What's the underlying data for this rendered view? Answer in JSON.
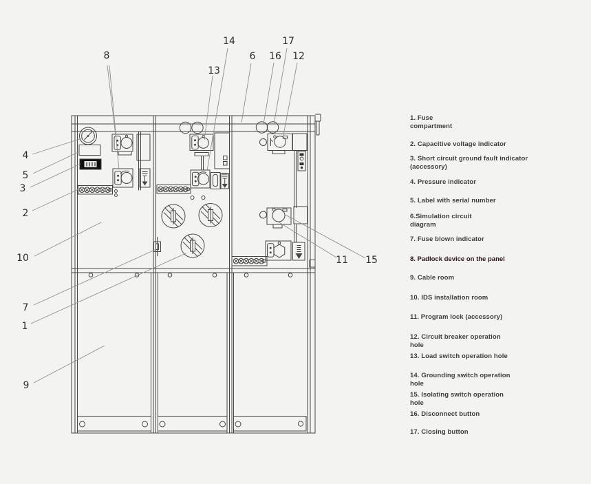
{
  "colors": {
    "background": "#f3f3f1",
    "line": "#454545",
    "leader_line": "#8f8f8f",
    "legend_text": "#3d3d3d",
    "legend_highlight": "#2b1218",
    "indicator_body": "#101010",
    "indicator_screen": "#e9e9e9"
  },
  "callouts": {
    "c1": "1",
    "c2": "2",
    "c3": "3",
    "c4": "4",
    "c5": "5",
    "c6": "6",
    "c7": "7",
    "c8": "8",
    "c9": "9",
    "c10": "10",
    "c11": "11",
    "c12": "12",
    "c13": "13",
    "c14": "14",
    "c15": "15",
    "c16": "16",
    "c17": "17"
  },
  "legend": {
    "items": [
      {
        "text": "1. Fuse\ncompartment"
      },
      {
        "text": "2. Capacitive voltage indicator"
      },
      {
        "text": "3. Short circuit ground fault indicator\n(accessory)"
      },
      {
        "text": "4. Pressure indicator"
      },
      {
        "text": "5. Label with serial number"
      },
      {
        "text": "6.Simulation circuit\ndiagram"
      },
      {
        "text": "7. Fuse blown indicator"
      },
      {
        "text": "8. Padlock device on the panel"
      },
      {
        "text": "9. Cable room"
      },
      {
        "text": "10. IDS installation room"
      },
      {
        "text": "11. Program lock (accessory)"
      },
      {
        "text": "12. Circuit breaker operation\nhole"
      },
      {
        "text": "13. Load switch operation hole"
      },
      {
        "text": "14. Grounding switch operation\nhole"
      },
      {
        "text": "15. Isolating switch operation\nhole"
      },
      {
        "text": "16. Disconnect button"
      },
      {
        "text": "17. Closing button"
      }
    ]
  }
}
